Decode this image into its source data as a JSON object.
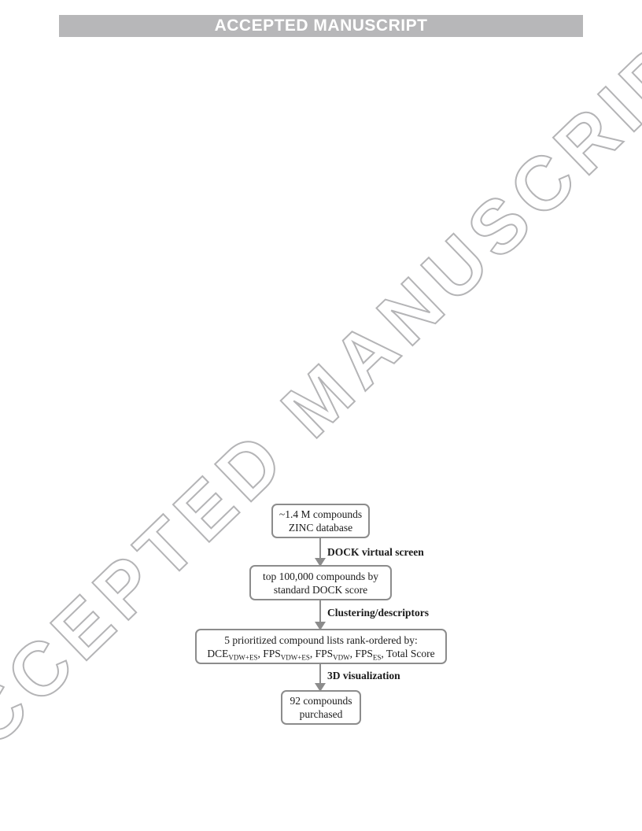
{
  "banner": {
    "text": "ACCEPTED MANUSCRIPT"
  },
  "watermark": {
    "text": "ACCEPTED MANUSCRIPT"
  },
  "flowchart": {
    "boxes": [
      {
        "line1": "~1.4 M compounds",
        "line2": "ZINC database"
      },
      {
        "line1": "top 100,000 compounds by",
        "line2": "standard DOCK score"
      },
      {
        "line1": "5 prioritized compound lists rank-ordered by:",
        "line2_parts": {
          "dce": "DCE",
          "dce_sub": "VDW+ES",
          "fps1": "FPS",
          "fps1_sub": "VDW+ES",
          "fps2": "FPS",
          "fps2_sub": "VDW",
          "fps3": "FPS",
          "fps3_sub": "ES",
          "total": "Total Score"
        }
      },
      {
        "line1": "92 compounds",
        "line2": "purchased"
      }
    ],
    "steps": [
      "DOCK virtual screen",
      "Clustering/descriptors",
      "3D visualization"
    ]
  },
  "colors": {
    "banner_bg": "#b7b7b9",
    "box_border": "#8c8c8c",
    "watermark_outline": "#b4b4b6"
  }
}
